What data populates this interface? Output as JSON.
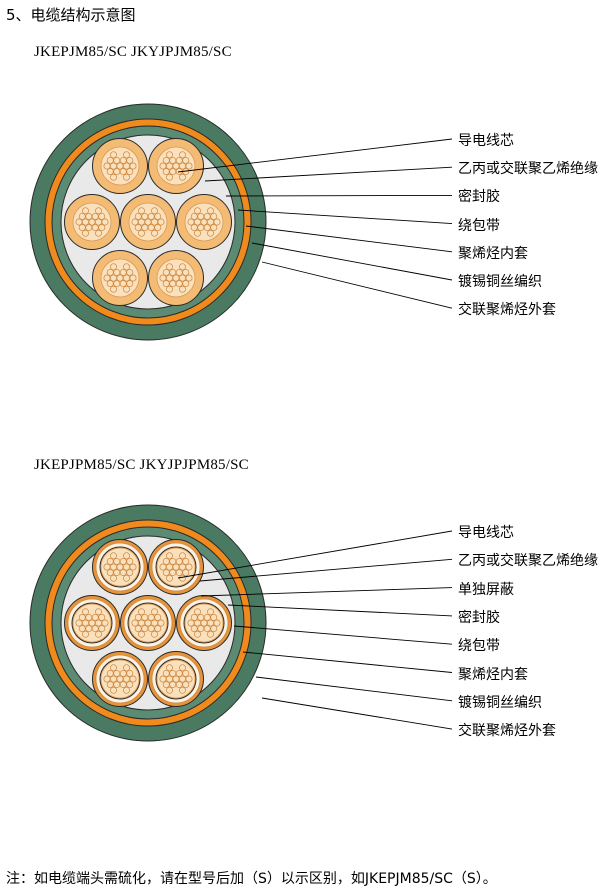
{
  "heading": "5、电缆结构示意图",
  "diagrams": [
    {
      "model": "JKEPJM85/SC   JKYJPJM85/SC",
      "labels": [
        "导电线芯",
        "乙丙或交联聚乙烯绝缘",
        "密封胶",
        "绕包带",
        "聚烯烃内套",
        "镀锡铜丝编织",
        "交联聚烯烃外套"
      ]
    },
    {
      "model": "JKEPJPM85/SC   JKYJPJPM85/SC",
      "labels": [
        "导电线芯",
        "乙丙或交联聚乙烯绝缘",
        "单独屏蔽",
        "密封胶",
        "绕包带",
        "聚烯烃内套",
        "镀锡铜丝编织",
        "交联聚烯烃外套"
      ]
    }
  ],
  "note": "注：如电缆端头需硫化，请在型号后加（S）以示区别，如JKEPJM85/SC（S）。",
  "colors": {
    "outer_sheath": "#4a7a62",
    "braid": "#f08a1c",
    "inner_sheath": "#5b8c73",
    "filler": "#e9e9ea",
    "insulation": "#f3bb74",
    "conductor": "#fbe0bc",
    "screen": "#e7933a"
  }
}
